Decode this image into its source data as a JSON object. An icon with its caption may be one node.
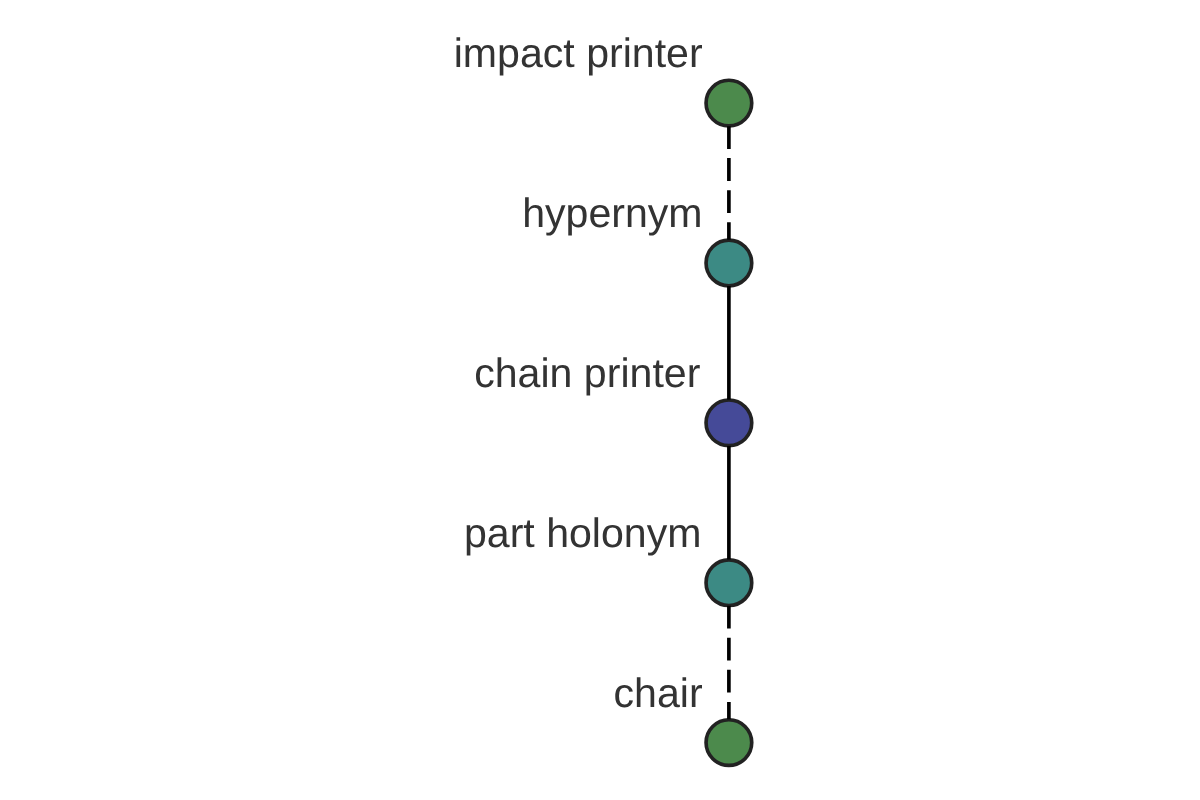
{
  "diagram": {
    "nodes": [
      {
        "text": [],
        "shape": "circle",
        "beside": [
          "impact printer"
        ]
      },
      {
        "text": [],
        "shape": "circle",
        "beside": [
          "hypernym"
        ]
      },
      {
        "text": [],
        "shape": "circle",
        "beside": [
          "chain printer"
        ]
      },
      {
        "text": [],
        "shape": "circle",
        "beside": [
          "part holonym"
        ]
      },
      {
        "text": [],
        "shape": "circle",
        "beside": [
          "chair"
        ]
      }
    ],
    "edges": [
      {
        "from": 0,
        "to": 1,
        "arrow": "none",
        "style": "dashed"
      },
      {
        "from": 1,
        "to": 2,
        "arrow": "none"
      },
      {
        "from": 2,
        "to": 3,
        "arrow": "none"
      },
      {
        "from": 3,
        "to": 4,
        "arrow": "none",
        "style": "dashed"
      }
    ]
  }
}
